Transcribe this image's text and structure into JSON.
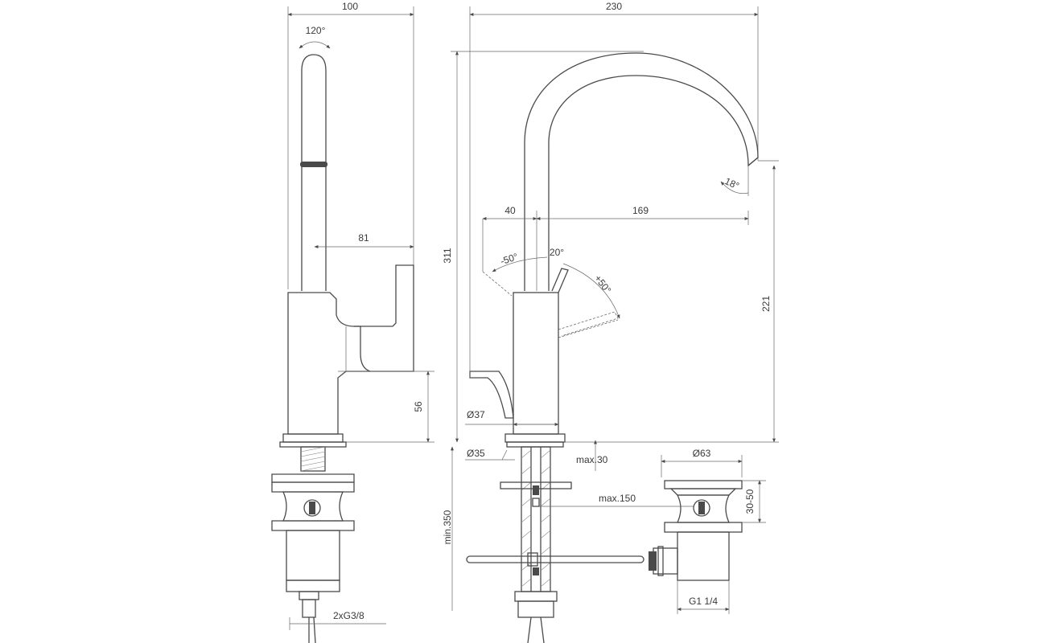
{
  "colors": {
    "line": "#4a4a4a",
    "background": "#ffffff"
  },
  "side_view": {
    "width": "100",
    "swivel": "120°",
    "handle_reach": "81",
    "body_height": "56",
    "connection": "2xG3/8"
  },
  "front_view": {
    "width": "230",
    "total_height": "311",
    "spout_height": "221",
    "spout_reach": "169",
    "lever_offset": "40",
    "lever_angle_left": "-50°",
    "lever_angle_tilt": "20°",
    "lever_angle_right": "+50°",
    "aerator_angle": "18°",
    "body_diameter": "Ø37",
    "base_diameter": "Ø35",
    "deck_thickness": "max.30",
    "counter_depth": "min.350",
    "rod_length": "max.150"
  },
  "waste_view": {
    "diameter": "Ø63",
    "adjustment": "30-50",
    "thread": "G1 1/4"
  }
}
